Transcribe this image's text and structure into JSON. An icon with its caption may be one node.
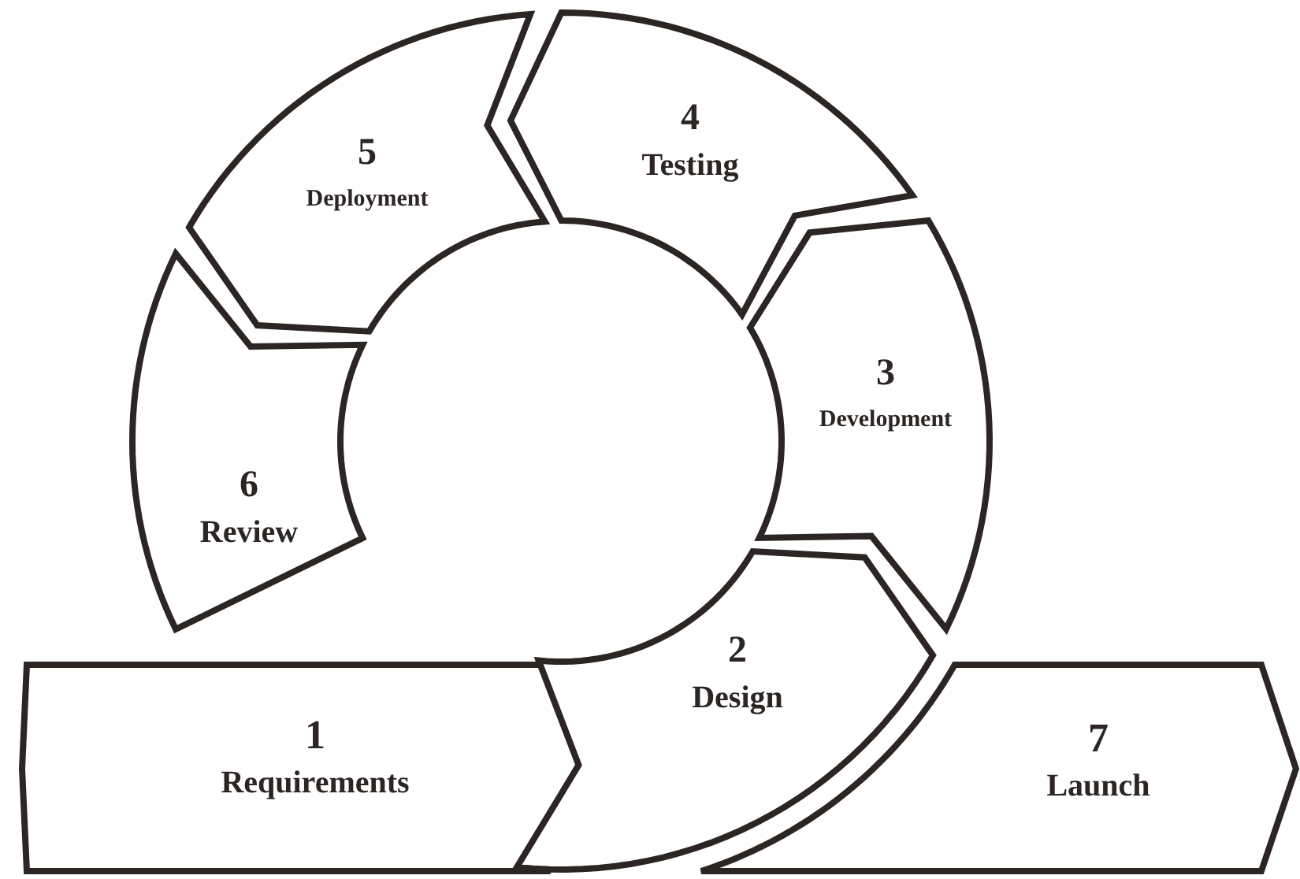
{
  "diagram": {
    "nodes": [
      {
        "text": [
          "1",
          "Requirements"
        ]
      },
      {
        "text": [
          "2",
          "Design"
        ]
      },
      {
        "text": [
          "3",
          "Development"
        ]
      },
      {
        "text": [
          "4",
          "Testing"
        ]
      },
      {
        "text": [
          "5",
          "Deployment"
        ]
      },
      {
        "text": [
          "6",
          "Review"
        ]
      },
      {
        "text": [
          "7",
          "Launch"
        ]
      }
    ]
  }
}
